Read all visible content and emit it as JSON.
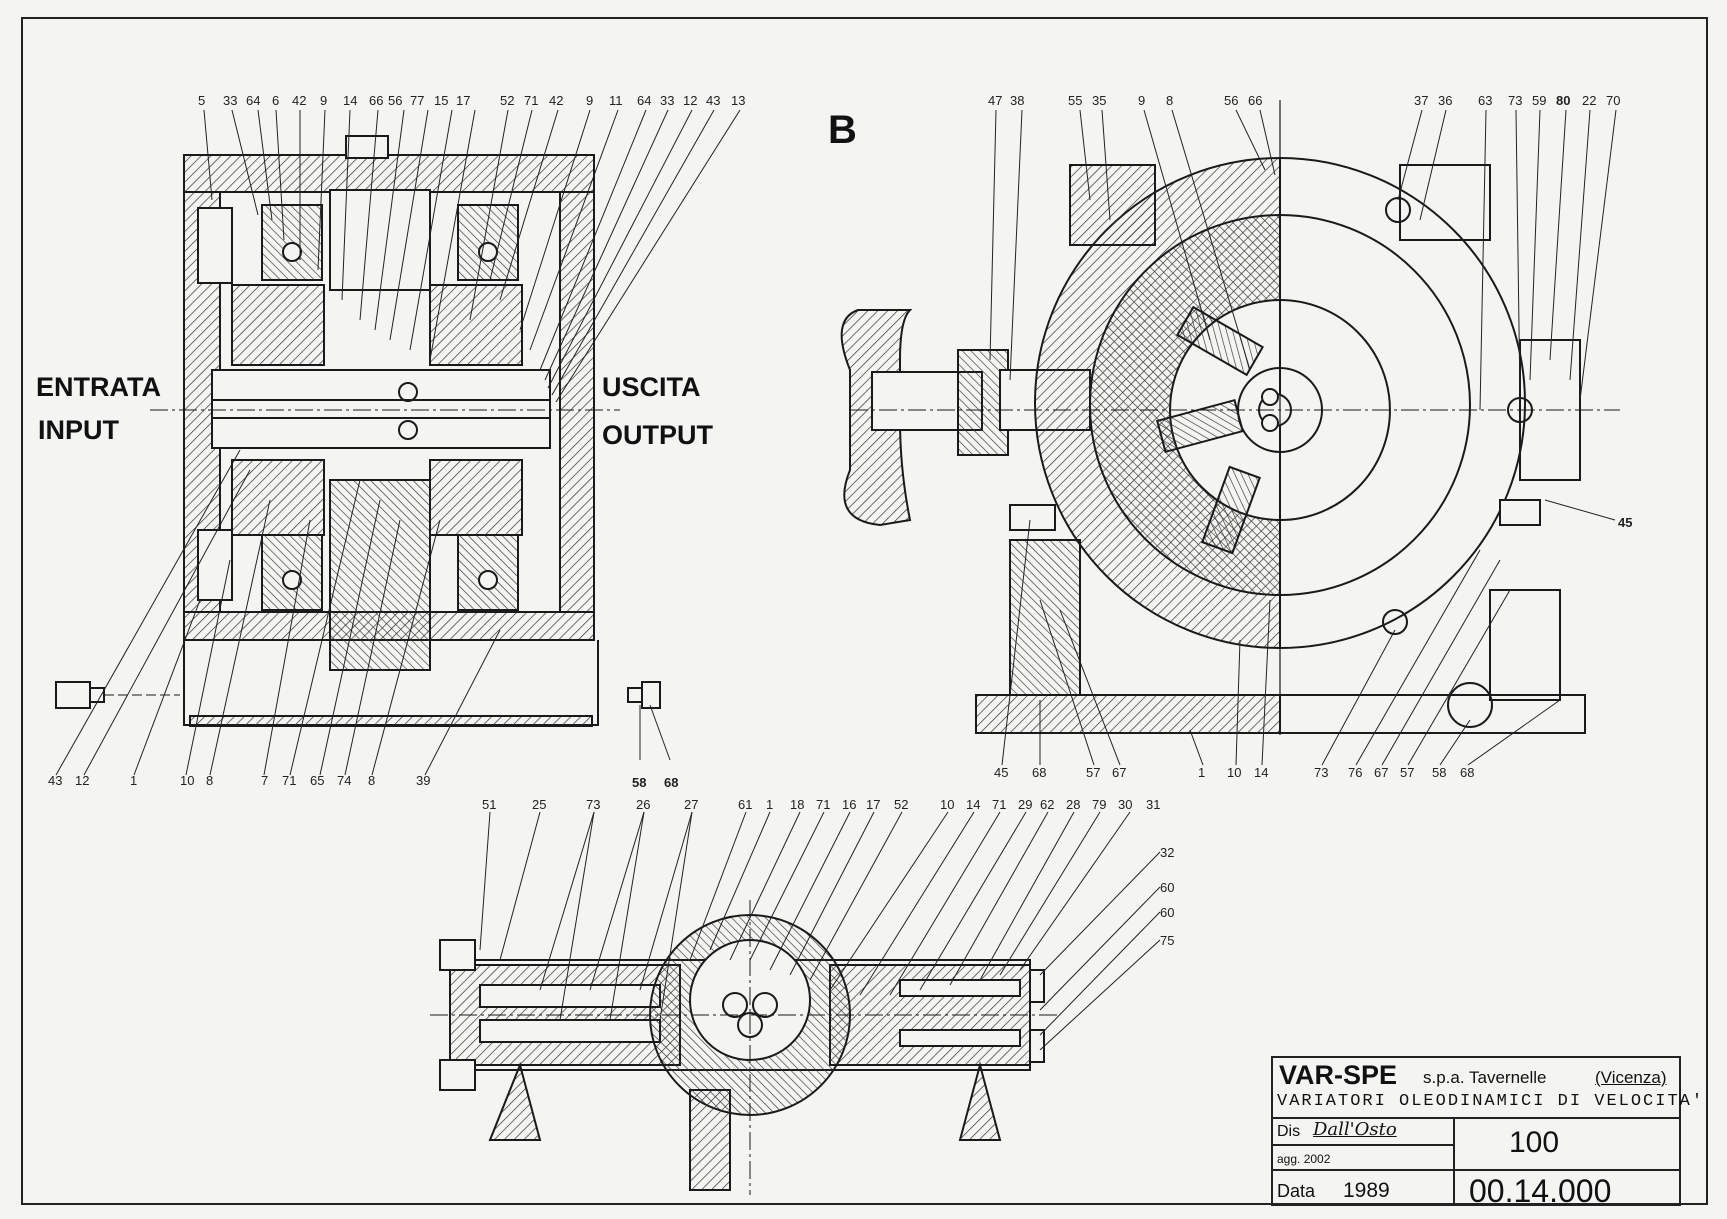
{
  "view_a": {
    "top_labels": [
      "5",
      "33",
      "64",
      "6",
      "42",
      "9",
      "14",
      "66",
      "56",
      "77",
      "15",
      "17",
      "52",
      "71",
      "42",
      "9",
      "11",
      "64",
      "33",
      "12",
      "43",
      "13"
    ],
    "bottom_labels": [
      "43",
      "12",
      "1",
      "10",
      "8",
      "7",
      "71",
      "65",
      "74",
      "8",
      "39"
    ],
    "right_labels": [
      "58",
      "68"
    ]
  },
  "io": {
    "entrata": "ENTRATA",
    "input": "INPUT",
    "uscita": "USCITA",
    "output": "OUTPUT"
  },
  "view_b": {
    "marker": "B",
    "top_labels": [
      "47",
      "38",
      "55",
      "35",
      "9",
      "8",
      "56",
      "66",
      "37",
      "36",
      "63",
      "73",
      "59",
      "80",
      "22",
      "70"
    ],
    "bottom_labels": [
      "45",
      "68",
      "57",
      "67",
      "1",
      "10",
      "14",
      "73",
      "76",
      "67",
      "57",
      "58",
      "68"
    ],
    "side_label": "45"
  },
  "view_c": {
    "top_labels": [
      "51",
      "25",
      "73",
      "26",
      "27",
      "61",
      "1",
      "18",
      "71",
      "16",
      "17",
      "52",
      "10",
      "14",
      "71",
      "29",
      "62",
      "28",
      "79",
      "30",
      "31"
    ],
    "right_labels": [
      "32",
      "60",
      "60",
      "75"
    ]
  },
  "title_block": {
    "company": "VAR-SPE",
    "company_suffix": "s.p.a. Tavernelle",
    "city": "(Vicenza)",
    "product": "VARIATORI OLEODINAMICI DI VELOCITA'",
    "dis_label": "Dis",
    "designer_signature": "Dall'Osto",
    "agg": "agg. 2002",
    "drawing_no": "100",
    "data_label": "Data",
    "year": "1989",
    "code": "00.14.000"
  },
  "colors": {
    "line": "#1a1a1a",
    "paper": "#f4f4f2",
    "hatch": "#333333"
  }
}
